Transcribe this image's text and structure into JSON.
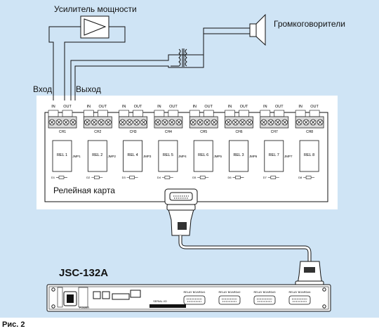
{
  "labels": {
    "amplifier": "Усилитель мощности",
    "speakers": "Громкоговорители",
    "input": "Вход",
    "output": "Выход",
    "relay_card": "Релейная карта",
    "device": "JSC-132A",
    "figure": "Рис. 2"
  },
  "channels": [
    {
      "ch": "CH1",
      "in": "IN",
      "out": "OUT"
    },
    {
      "ch": "CH2",
      "in": "IN",
      "out": "OUT"
    },
    {
      "ch": "CH3",
      "in": "IN",
      "out": "OUT"
    },
    {
      "ch": "CH4",
      "in": "IN",
      "out": "OUT"
    },
    {
      "ch": "CH5",
      "in": "IN",
      "out": "OUT"
    },
    {
      "ch": "CH6",
      "in": "IN",
      "out": "OUT"
    },
    {
      "ch": "CH7",
      "in": "IN",
      "out": "OUT"
    },
    {
      "ch": "CH8",
      "in": "IN",
      "out": "OUT"
    }
  ],
  "relays": [
    "REL 1",
    "REL 2",
    "REL 4",
    "REL 5",
    "REL 6",
    "REL 3",
    "REL 7",
    "REL 8"
  ],
  "jumpers": [
    "JMP1",
    "JMP2",
    "JMP3",
    "JMP4",
    "JMP5",
    "JMP6",
    "JMP7"
  ],
  "leds": [
    "D1",
    "D2",
    "D3",
    "D4",
    "D5",
    "D6",
    "D7",
    "D8"
  ],
  "rear_panel": {
    "ports": [
      "RELAY BOARD#1",
      "RELAY BOARD#2",
      "RELAY BOARD#3",
      "RELAY BOARD#4"
    ],
    "serial": "SERIAL I/O",
    "power": "POWER"
  },
  "colors": {
    "background": "#cfe4f5",
    "board": "#ffffff",
    "line": "#111111",
    "terminal": "#d9d9d9"
  }
}
